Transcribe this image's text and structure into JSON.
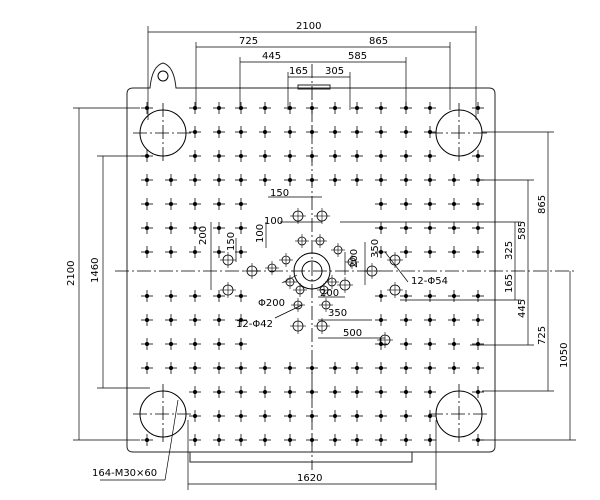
{
  "drawing": {
    "type": "injection mold platen hole layout",
    "dimensions_top": [
      "2100",
      "725",
      "865",
      "445",
      "585",
      "165",
      "305"
    ],
    "dimensions_left": [
      "2100",
      "1460",
      "200",
      "150",
      "100"
    ],
    "dimensions_right": [
      "865",
      "585",
      "325",
      "165",
      "445",
      "725",
      "1050"
    ],
    "dimensions_bottom": [
      "1620"
    ],
    "dimensions_center": [
      "150",
      "100",
      "350",
      "200",
      "200",
      "350",
      "500"
    ],
    "callouts": {
      "holes_12_phi54": "12-Φ54",
      "holes_12_phi42": "12-Φ42",
      "center_phi200": "Φ200",
      "threaded_holes": "164-M30×60"
    },
    "hole_counts": {
      "m30_threaded": 164,
      "phi54": 12,
      "phi42": 12
    }
  }
}
